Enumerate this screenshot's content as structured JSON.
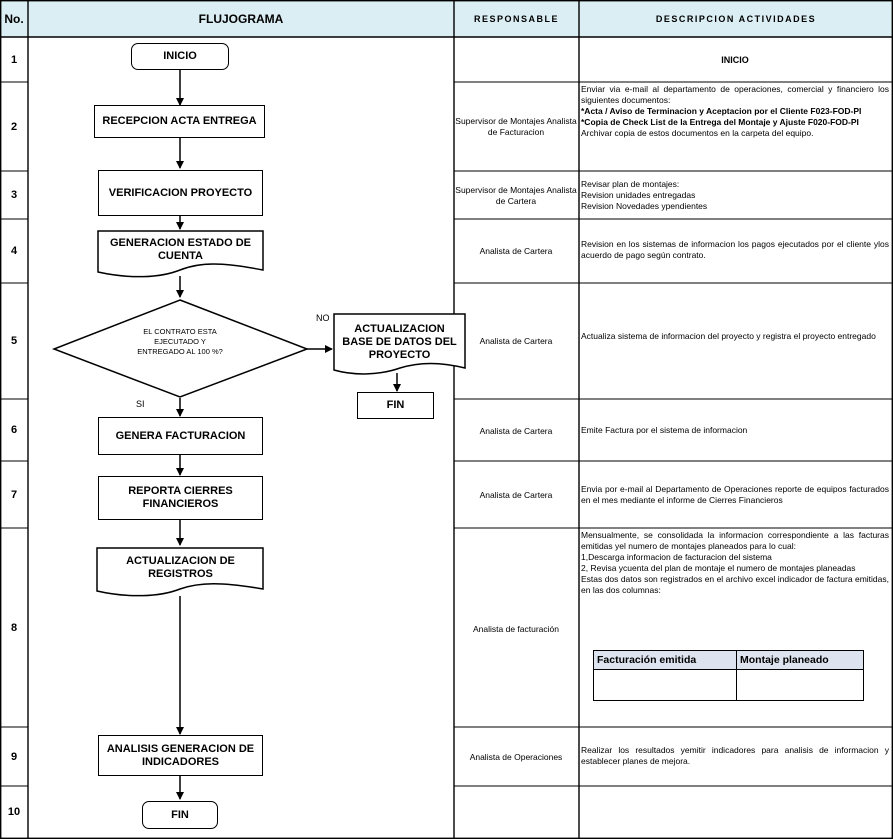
{
  "header": {
    "no": "No.",
    "flowchart": "FLUJOGRAMA",
    "responsible": "RESPONSABLE",
    "description": "DESCRIPCION ACTIVIDADES"
  },
  "rows": [
    {
      "no": "1",
      "responsible": "",
      "description": [
        "INICIO"
      ]
    },
    {
      "no": "2",
      "responsible": "Supervisor de Montajes Analista de Facturacion",
      "description": [
        "Enviar via e-mail al departamento de operaciones, comercial y financiero los siguientes documentos:",
        "*Acta / Aviso de Terminacion y Aceptacion por el Cliente F023-FOD-PI",
        "*Copia de Check List de la Entrega del Montaje y Ajuste F020-FOD-PI",
        "Archivar copia de estos documentos en la carpeta del equipo."
      ]
    },
    {
      "no": "3",
      "responsible": "Supervisor de Montajes Analista de Cartera",
      "description": [
        "Revisar plan de montajes:",
        "Revision unidades entregadas",
        "Revision Novedades ypendientes"
      ]
    },
    {
      "no": "4",
      "responsible": "Analista de Cartera",
      "description": [
        "Revision en los sistemas de informacion los pagos ejecutados por el cliente ylos acuerdo de pago según contrato."
      ]
    },
    {
      "no": "5",
      "responsible": "Analista de Cartera",
      "description": [
        "Actualiza sistema de informacion del proyecto y registra el proyecto entregado"
      ]
    },
    {
      "no": "6",
      "responsible": "Analista de Cartera",
      "description": [
        "Emite Factura por el sistema de informacion"
      ]
    },
    {
      "no": "7",
      "responsible": "Analista de Cartera",
      "description": [
        "Envia por e-mail al Departamento de Operaciones reporte de equipos facturados en el mes mediante el informe de Cierres Financieros"
      ]
    },
    {
      "no": "8",
      "responsible": "Analista de facturación",
      "description": [
        "Mensualmente, se consolidada la informacion correspondiente a las facturas emitidas yel numero de montajes planeados para lo cual:",
        "1,Descarga informacion de facturacion del sistema",
        "2, Revisa ycuenta del plan de montaje el numero de montajes planeadas",
        "Estas dos datos son registrados en el archivo excel indicador de factura emitidas, en las dos columnas:"
      ],
      "table_headers": [
        "Facturación emitida",
        "Montaje planeado"
      ]
    },
    {
      "no": "9",
      "responsible": "Analista de Operaciones",
      "description": [
        "Realizar los resultados yemitir indicadores para analisis de informacion y establecer planes de mejora."
      ]
    },
    {
      "no": "10",
      "responsible": "",
      "description": [
        ""
      ]
    }
  ],
  "flow": {
    "inicio": "INICIO",
    "recepcion": "RECEPCION ACTA ENTREGA",
    "verificacion": "VERIFICACION PROYECTO",
    "generacion": "GENERACION ESTADO DE CUENTA",
    "decision": "EL CONTRATO ESTA EJECUTADO Y ENTREGADO AL 100 %?",
    "no_label": "NO",
    "si_label": "SI",
    "actualizacion_base": "ACTUALIZACION BASE DE DATOS DEL PROYECTO",
    "fin_branch": "FIN",
    "genera_facturacion": "GENERA FACTURACION",
    "reporta_cierres": "REPORTA CIERRES FINANCIEROS",
    "actualizacion_registros": "ACTUALIZACION DE REGISTROS",
    "analisis": "ANALISIS GENERACION DE INDICADORES",
    "fin": "FIN"
  }
}
